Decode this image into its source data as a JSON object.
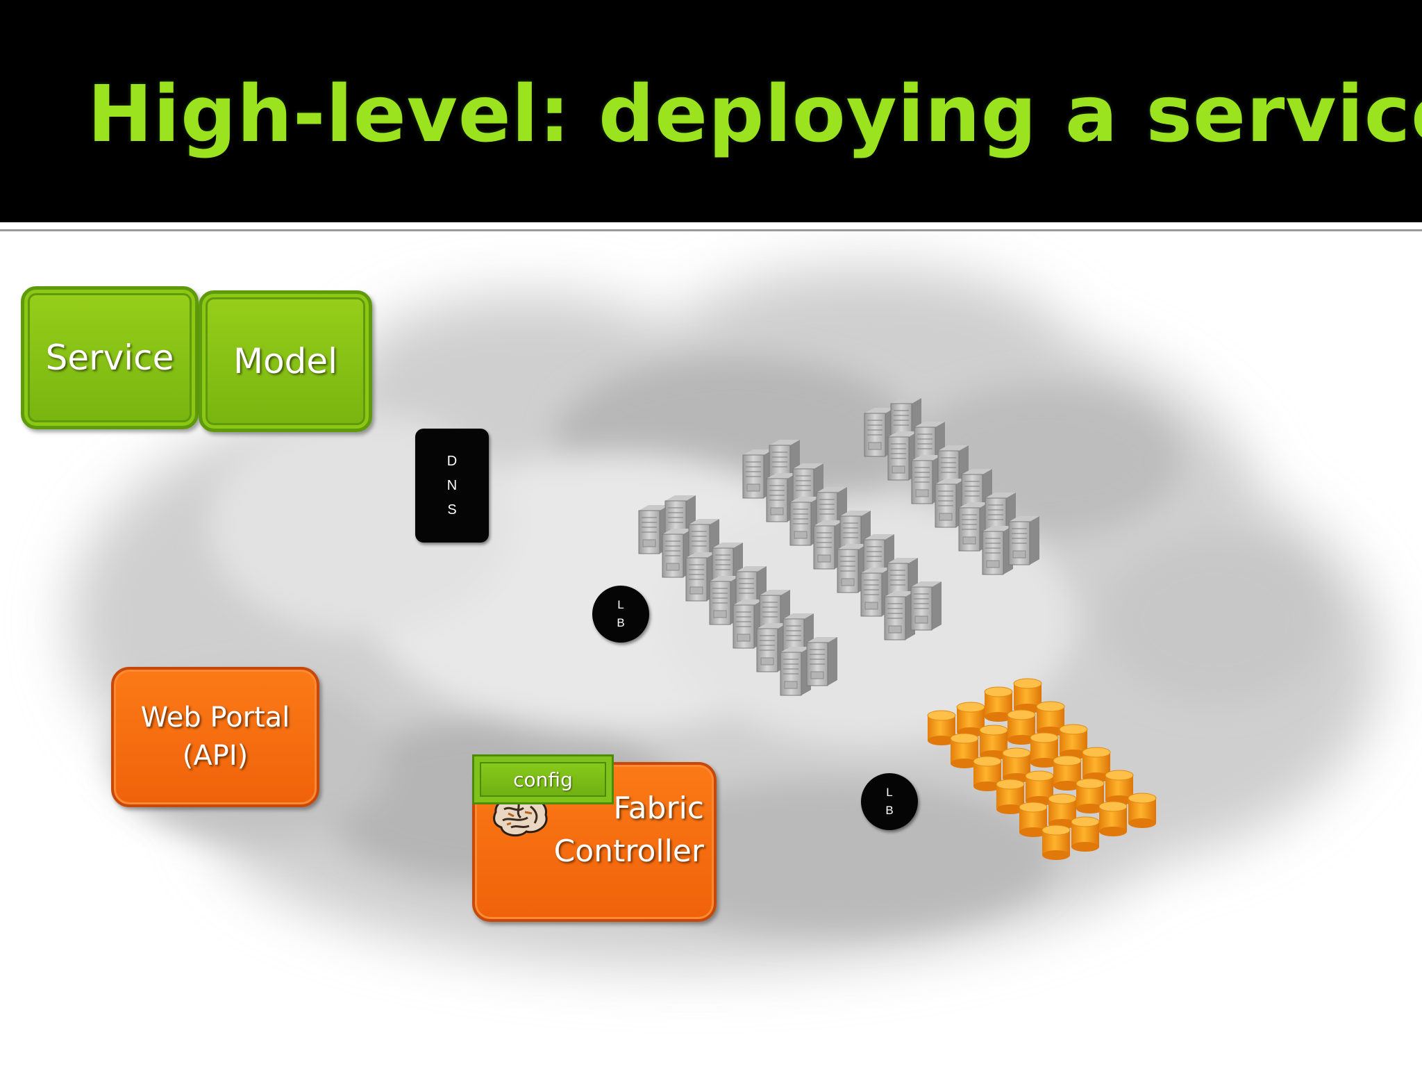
{
  "slide": {
    "title": "High-level: deploying a service",
    "title_color": "#9be31f",
    "header_color": "#000000"
  },
  "service_model": {
    "service_label": "Service",
    "model_label": "Model",
    "color": "#8cc714"
  },
  "dns": {
    "letters": [
      "D",
      "N",
      "S"
    ]
  },
  "load_balancers": [
    {
      "letters": [
        "L",
        "B"
      ]
    },
    {
      "letters": [
        "L",
        "B"
      ]
    }
  ],
  "web_portal": {
    "line1": "Web Portal",
    "line2": "(API)",
    "color": "#f56c10"
  },
  "fabric_controller": {
    "line1": "Fabric",
    "line2": "Controller",
    "config_label": "config",
    "color": "#f56c10"
  },
  "icons": {
    "server": "server-tower-icon",
    "database": "database-cylinder-icon",
    "brain": "brain-icon",
    "cloud": "cloud-background"
  }
}
